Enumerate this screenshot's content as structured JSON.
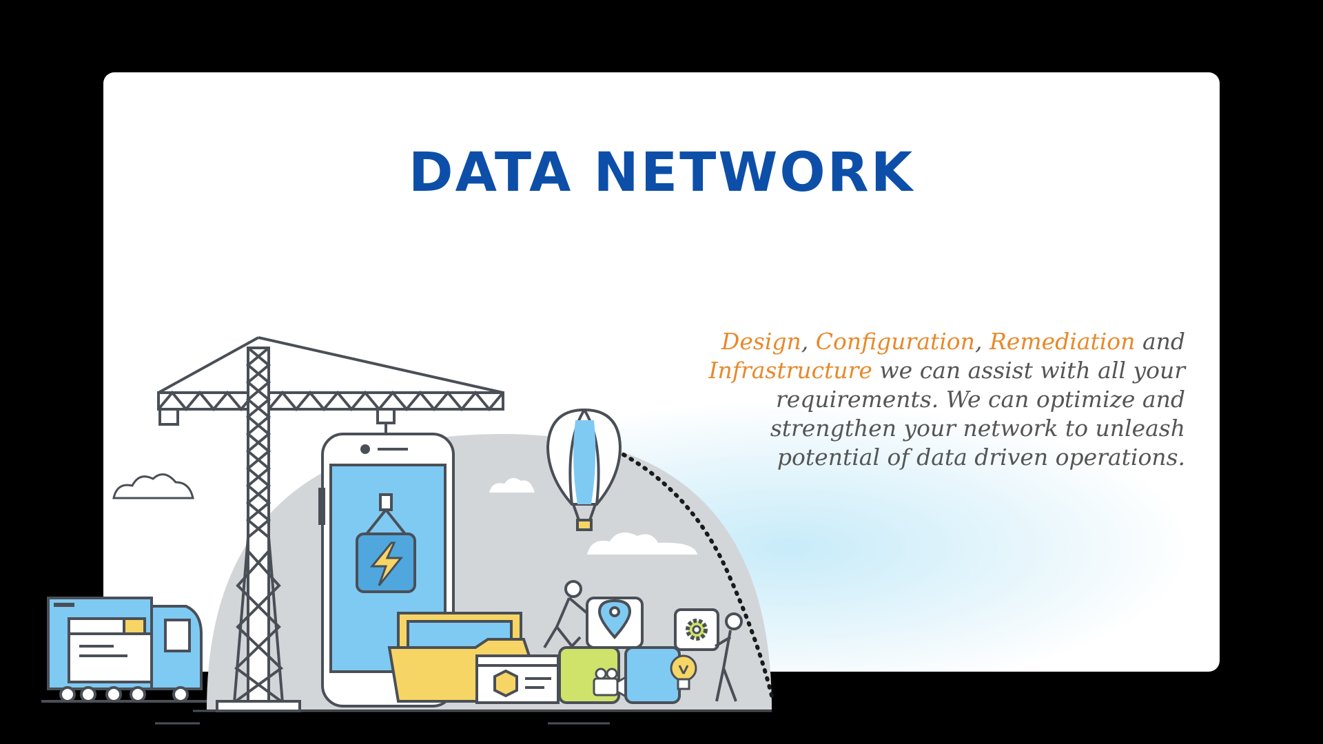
{
  "title": "DATA NETWORK",
  "description": {
    "term1": "Design",
    "sep1": ",",
    "term2": "Configuration",
    "sep2": ",",
    "term3": "Remediation",
    "and_word": "and",
    "term4": "Infrastructure",
    "body": "we can assist with all your requirements. We can optimize and strengthen your network to unleash potential of data driven operations."
  },
  "colors": {
    "title": "#0d4fa8",
    "highlight": "#e8892a",
    "body_text": "#555555",
    "background": "#000000",
    "card": "#ffffff",
    "accent_blue": "#7fcaf2",
    "accent_yellow": "#f6d565",
    "accent_green": "#cfe36b",
    "outline": "#4a4f57",
    "hill": "#d3d6d9"
  },
  "icons": [
    "tower-crane-icon",
    "smartphone-icon",
    "lightning-bolt-icon",
    "hot-air-balloon-icon",
    "cloud-icon",
    "delivery-truck-icon",
    "folder-icon",
    "location-pin-icon",
    "gear-icon",
    "light-bulb-icon",
    "video-camera-icon",
    "package-box-icon",
    "worker-person-icon"
  ]
}
